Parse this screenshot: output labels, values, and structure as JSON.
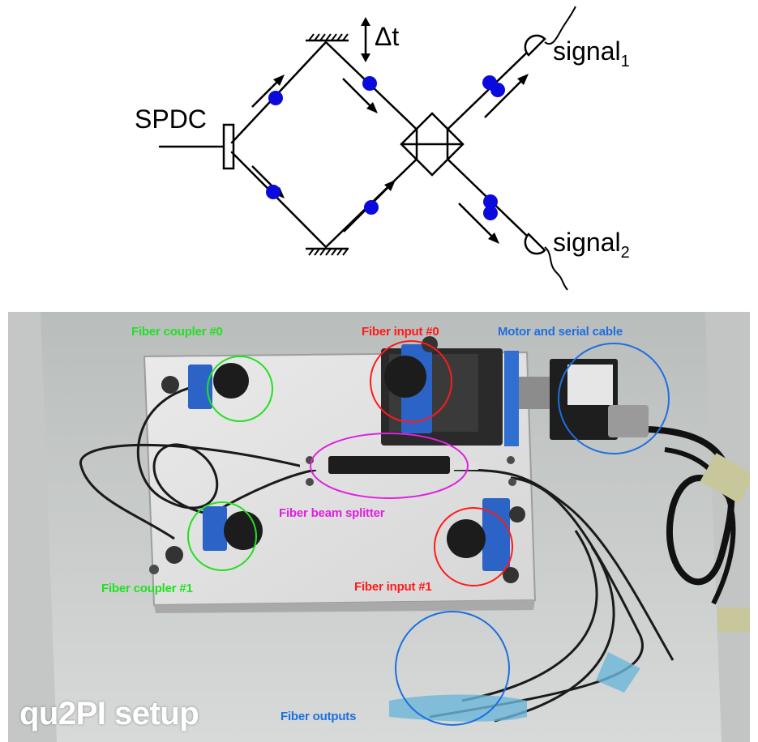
{
  "schematic": {
    "source_label": "SPDC",
    "delay_label": "Δt",
    "signal1": {
      "text": "signal",
      "sub": "1"
    },
    "signal2": {
      "text": "signal",
      "sub": "2"
    },
    "photon_color": "#0a0adc"
  },
  "photo": {
    "caption": "qu2PI setup",
    "labels": {
      "fiber_coupler_0": "Fiber coupler #0",
      "fiber_coupler_1": "Fiber coupler #1",
      "fiber_input_0": "Fiber input #0",
      "fiber_input_1": "Fiber input #1",
      "motor_cable": "Motor and serial cable",
      "beam_splitter": "Fiber beam splitter",
      "fiber_outputs": "Fiber outputs"
    },
    "colors": {
      "coupler": "#22e022",
      "input": "#ff1a1a",
      "motor": "#1e6fe0",
      "splitter": "#e020e0"
    }
  }
}
